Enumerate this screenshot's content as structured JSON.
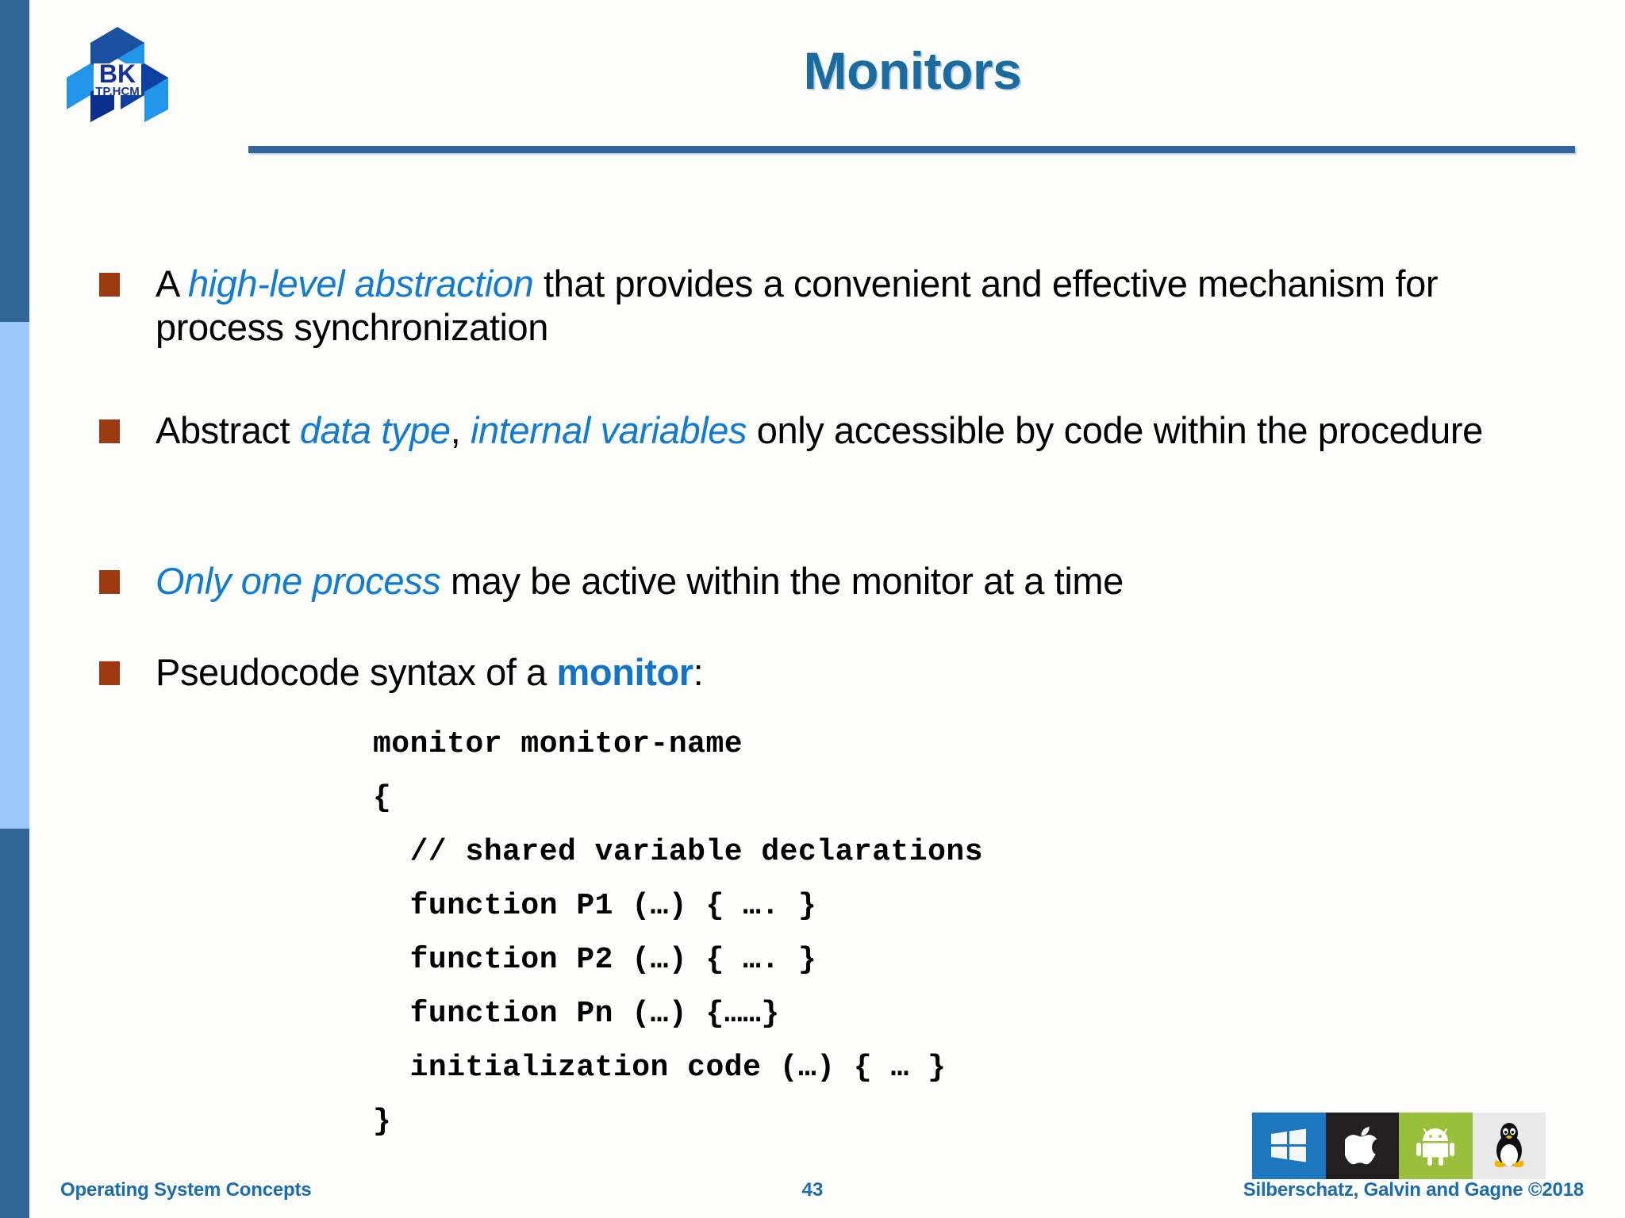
{
  "slide": {
    "title": "Monitors",
    "logo": {
      "primary_text": "BK",
      "secondary_text": "TP.HCM"
    },
    "accent_colors": {
      "title_blue": "#1A6CA0",
      "rule_blue": "#34659B",
      "bullet_marker": "#9E3A12",
      "emphasis_blue": "#0F7BD4",
      "rail_dark": "#346599",
      "rail_light": "#9CC8FC",
      "footer_blue": "#1B6CAE"
    },
    "bullets": [
      {
        "parts": [
          {
            "text": "A ",
            "style": "plain"
          },
          {
            "text": "high-level abstraction",
            "style": "italic-blue"
          },
          {
            "text": " that provides a convenient and effective mechanism for process synchronization",
            "style": "plain"
          }
        ]
      },
      {
        "parts": [
          {
            "text": "Abstract ",
            "style": "plain"
          },
          {
            "text": "data type",
            "style": "italic-blue"
          },
          {
            "text": ", ",
            "style": "plain"
          },
          {
            "text": "internal variables",
            "style": "italic-blue"
          },
          {
            "text": " only accessible by code within the procedure",
            "style": "plain"
          }
        ]
      },
      {
        "parts": [
          {
            "text": "Only one process",
            "style": "italic-blue"
          },
          {
            "text": " may be active within the monitor at a time",
            "style": "plain"
          }
        ]
      },
      {
        "parts": [
          {
            "text": "Pseudocode syntax of a ",
            "style": "plain"
          },
          {
            "text": "monitor",
            "style": "bold-blue"
          },
          {
            "text": ":",
            "style": "plain"
          }
        ]
      }
    ],
    "code_lines": [
      "monitor monitor-name",
      "{",
      "  // shared variable declarations",
      "  function P1 (…) { …. }",
      "  function P2 (…) { …. }",
      "  function Pn (…) {……}",
      "  initialization code (…) { … }",
      "}"
    ],
    "os_logos": [
      {
        "name": "windows-logo",
        "bg": "#1E76BD"
      },
      {
        "name": "apple-logo",
        "bg": "#241F21"
      },
      {
        "name": "android-logo",
        "bg": "#9ABF3A"
      },
      {
        "name": "linux-tux-logo",
        "bg": "#E9E9E9"
      }
    ],
    "footer": {
      "left": "Operating System Concepts",
      "page_number": "43",
      "right": "Silberschatz, Galvin and Gagne ©2018"
    }
  }
}
